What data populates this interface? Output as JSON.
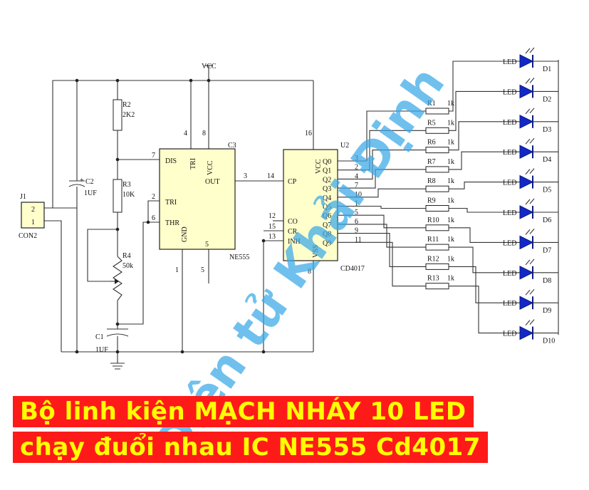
{
  "banner": {
    "line1": "Bộ linh kiện MẠCH NHÁY 10 LED",
    "line2": "chạy đuổi nhau IC NE555 Cd4017"
  },
  "watermark": "Điện tử Khải Định",
  "colors": {
    "banner_bg": "#ff1a1a",
    "banner_text": "#ffff00",
    "led": "#1428c8",
    "watermark": "#3aa8e8",
    "ic_fill": "#ffffcc"
  },
  "schematic": {
    "vcc": "VCC",
    "connector": {
      "ref": "J1",
      "name": "CON2",
      "pin1": "1",
      "pin2": "2"
    },
    "c2": {
      "ref": "C2",
      "plus": "+",
      "value": "1UF"
    },
    "c1": {
      "ref": "C1",
      "value": "1UF"
    },
    "r2": {
      "ref": "R2",
      "value": "2K2"
    },
    "r3": {
      "ref": "R3",
      "value": "10K"
    },
    "r4": {
      "ref": "R4",
      "value": "50k"
    },
    "u555": {
      "ref": "C3",
      "name": "NE555",
      "pins": {
        "dis": "DIS",
        "tri_top": "TRI",
        "vcc": "VCC",
        "out": "OUT",
        "tri": "TRI",
        "thr": "THR",
        "gnd": "GND"
      },
      "numbers": {
        "p7": "7",
        "p4": "4",
        "p8": "8",
        "p3": "3",
        "p2": "2",
        "p6": "6",
        "p5": "5",
        "p1": "1",
        "p5_out": "5"
      }
    },
    "u4017": {
      "ref": "U2",
      "name": "CD4017",
      "pins": {
        "vcc": "VCC",
        "cp": "CP",
        "co": "CO",
        "cr": "CR",
        "inh": "INH",
        "vss": "VSS"
      },
      "numbers": {
        "p16": "16",
        "p14": "14",
        "p12": "12",
        "p15": "15",
        "p13": "13",
        "p8": "8"
      },
      "outputs": [
        "Q0",
        "Q1",
        "Q2",
        "Q3",
        "Q4",
        "Q5",
        "Q6",
        "Q7",
        "Q8",
        "Q9"
      ],
      "output_pins": [
        "3",
        "2",
        "4",
        "7",
        "10",
        "1",
        "5",
        "6",
        "9",
        "11"
      ]
    },
    "resistors": [
      {
        "ref": "R1",
        "value": "1k"
      },
      {
        "ref": "R5",
        "value": "1k"
      },
      {
        "ref": "R6",
        "value": "1k"
      },
      {
        "ref": "R7",
        "value": "1k"
      },
      {
        "ref": "R8",
        "value": "1k"
      },
      {
        "ref": "R9",
        "value": "1k"
      },
      {
        "ref": "R10",
        "value": "1k"
      },
      {
        "ref": "R11",
        "value": "1k"
      },
      {
        "ref": "R12",
        "value": "1k"
      },
      {
        "ref": "R13",
        "value": "1k"
      }
    ],
    "leds": [
      {
        "ref": "D1",
        "label": "LED"
      },
      {
        "ref": "D2",
        "label": "LED"
      },
      {
        "ref": "D3",
        "label": "LED"
      },
      {
        "ref": "D4",
        "label": "LED"
      },
      {
        "ref": "D5",
        "label": "LED"
      },
      {
        "ref": "D6",
        "label": "LED"
      },
      {
        "ref": "D7",
        "label": "LED"
      },
      {
        "ref": "D8",
        "label": "LED"
      },
      {
        "ref": "D9",
        "label": "LED"
      },
      {
        "ref": "D10",
        "label": "LED"
      }
    ]
  }
}
